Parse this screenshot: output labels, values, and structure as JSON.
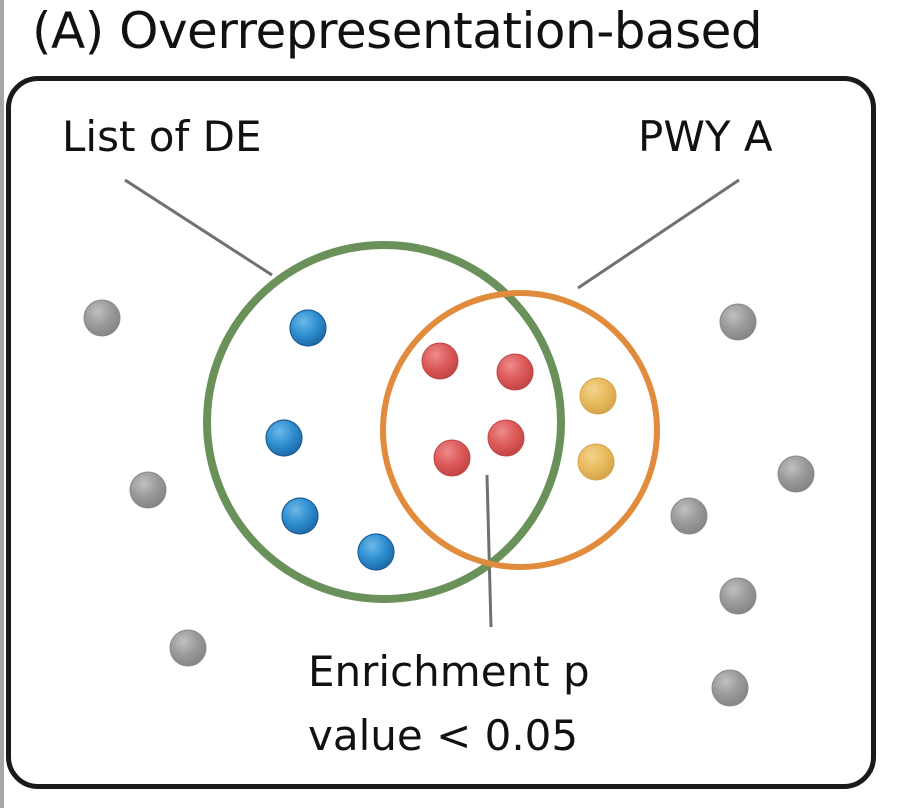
{
  "title": "(A) Overrepresentation-based",
  "labels": {
    "de_list": "List of DE",
    "pathway": "PWY A",
    "enrichment_line1": "Enrichment p",
    "enrichment_line2": "value < 0.05"
  },
  "colors": {
    "de_circle": "#6a915a",
    "pathway_circle": "#e18b3c",
    "de_only_gene": "#2f8fd0",
    "overlap_gene": "#dd5a5a",
    "pathway_only_gene": "#e8bb5e",
    "background_gene": "#9a9a9a",
    "leader_line": "#707070",
    "frame": "#1a1a1a"
  },
  "gene_groups": {
    "de_only_count": 4,
    "overlap_count": 4,
    "pathway_only_count": 2,
    "background_count": 8
  }
}
